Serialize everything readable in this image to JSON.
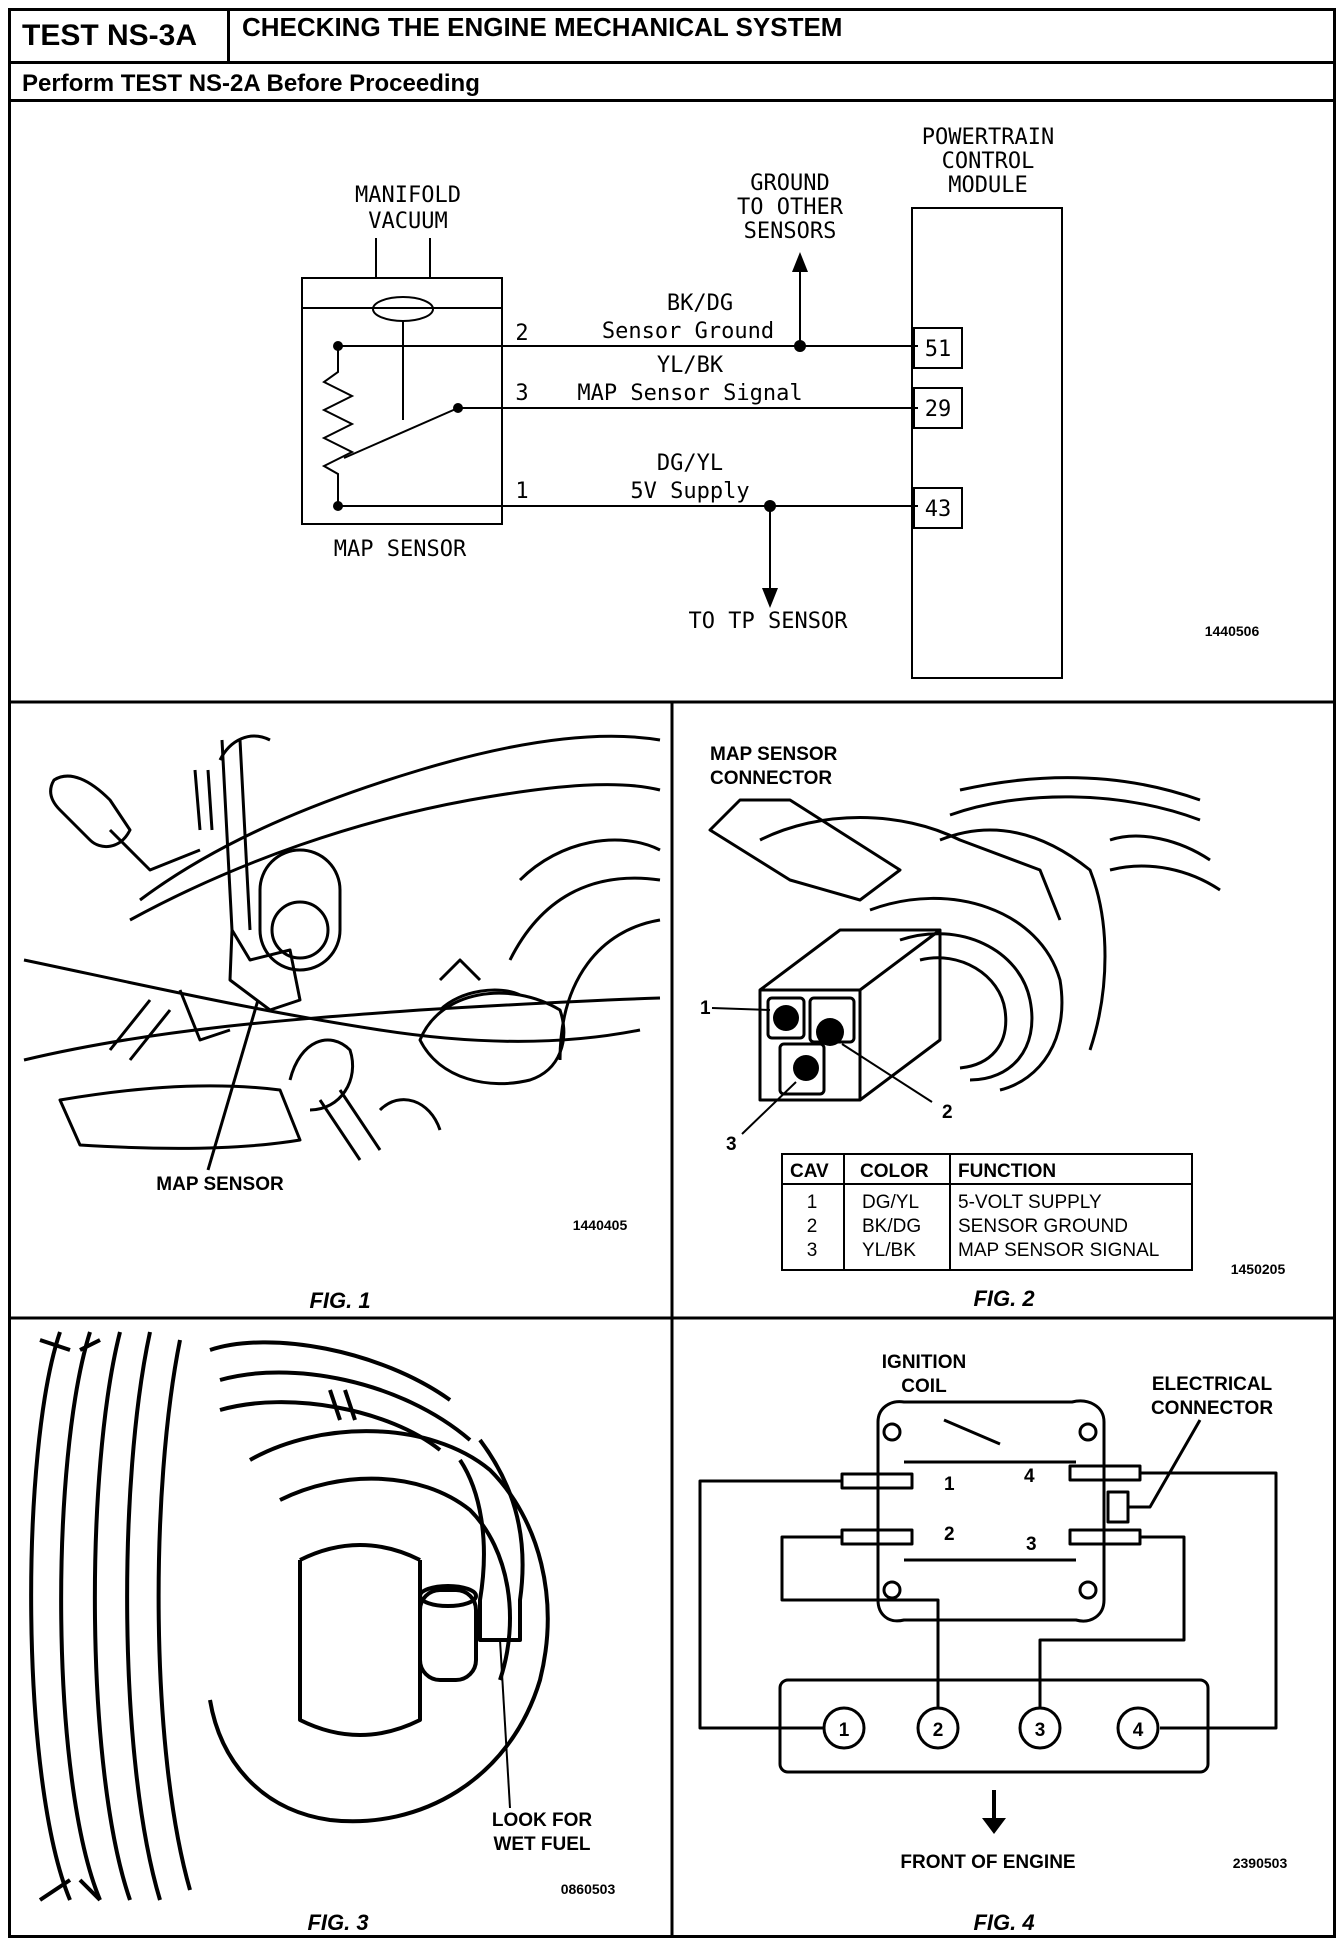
{
  "header": {
    "test_id": "TEST NS-3A",
    "title": "CHECKING THE ENGINE MECHANICAL SYSTEM",
    "subtitle": "Perform TEST NS-2A Before Proceeding"
  },
  "schematic": {
    "manifold_vacuum": [
      "MANIFOLD",
      "VACUUM"
    ],
    "map_sensor": "MAP SENSOR",
    "pcm": [
      "POWERTRAIN",
      "CONTROL",
      "MODULE"
    ],
    "ground_other": [
      "GROUND",
      "TO OTHER",
      "SENSORS"
    ],
    "to_tp": "TO TP SENSOR",
    "doc_id": "1440506",
    "wires": [
      {
        "pin": "2",
        "color": "BK/DG",
        "name": "Sensor Ground",
        "pcm_pin": "51"
      },
      {
        "pin": "3",
        "color": "YL/BK",
        "name": "MAP Sensor Signal",
        "pcm_pin": "29"
      },
      {
        "pin": "1",
        "color": "DG/YL",
        "name": "5V Supply",
        "pcm_pin": "43"
      }
    ]
  },
  "fig1": {
    "label": "MAP SENSOR",
    "doc_id": "1440405",
    "caption": "FIG. 1"
  },
  "fig2": {
    "title": [
      "MAP SENSOR",
      "CONNECTOR"
    ],
    "pins": [
      "1",
      "2",
      "3"
    ],
    "table": {
      "headers": [
        "CAV",
        "COLOR",
        "FUNCTION"
      ],
      "rows": [
        [
          "1",
          "DG/YL",
          "5-VOLT SUPPLY"
        ],
        [
          "2",
          "BK/DG",
          "SENSOR GROUND"
        ],
        [
          "3",
          "YL/BK",
          "MAP SENSOR SIGNAL"
        ]
      ]
    },
    "doc_id": "1450205",
    "caption": "FIG. 2"
  },
  "fig3": {
    "label": [
      "LOOK FOR",
      "WET FUEL"
    ],
    "doc_id": "0860503",
    "caption": "FIG. 3"
  },
  "fig4": {
    "coil": [
      "IGNITION",
      "COIL"
    ],
    "connector": [
      "ELECTRICAL",
      "CONNECTOR"
    ],
    "coil_terminals": [
      "1",
      "2",
      "3",
      "4"
    ],
    "plugs": [
      "1",
      "2",
      "3",
      "4"
    ],
    "front": "FRONT OF ENGINE",
    "doc_id": "2390503",
    "caption": "FIG. 4"
  }
}
